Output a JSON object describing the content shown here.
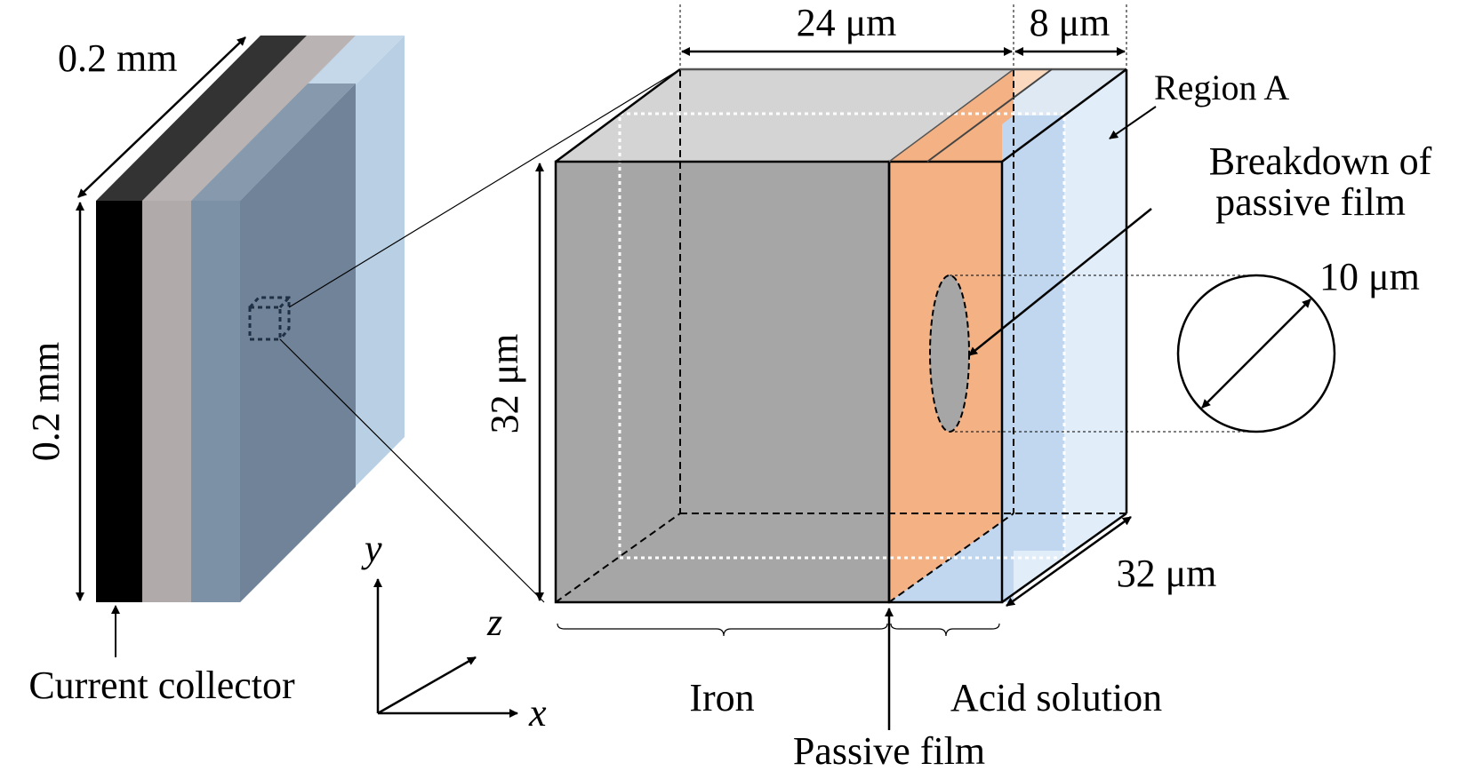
{
  "labels": {
    "stack_depth": "0.2 mm",
    "stack_height": "0.2 mm",
    "current_collector": "Current collector",
    "axis_y": "y",
    "axis_z": "z",
    "axis_x": "x",
    "iron_width": "24 μm",
    "acid_width": "8 μm",
    "cube_height": "32 μm",
    "cube_depth": "32 μm",
    "region_a": "Region A",
    "breakdown_line1": "Breakdown of",
    "breakdown_line2": "passive film",
    "pit_diameter": "10 μm",
    "iron": "Iron",
    "acid_solution": "Acid solution",
    "passive_film": "Passive film"
  },
  "colors": {
    "current_collector": "#000000",
    "stack_top": "#333333",
    "layer_gray": "#b0aaaa",
    "layer_blue_dark": "#7c90a6",
    "layer_blue_light": "#b8cfe4",
    "iron": "#a6a6a6",
    "iron_top": "#d4d4d4",
    "passive_film": "#f4b183",
    "passive_film_top": "#fbd9bf",
    "acid_solution": "#c0d7ef",
    "acid_region_a": "#e1edf8"
  }
}
